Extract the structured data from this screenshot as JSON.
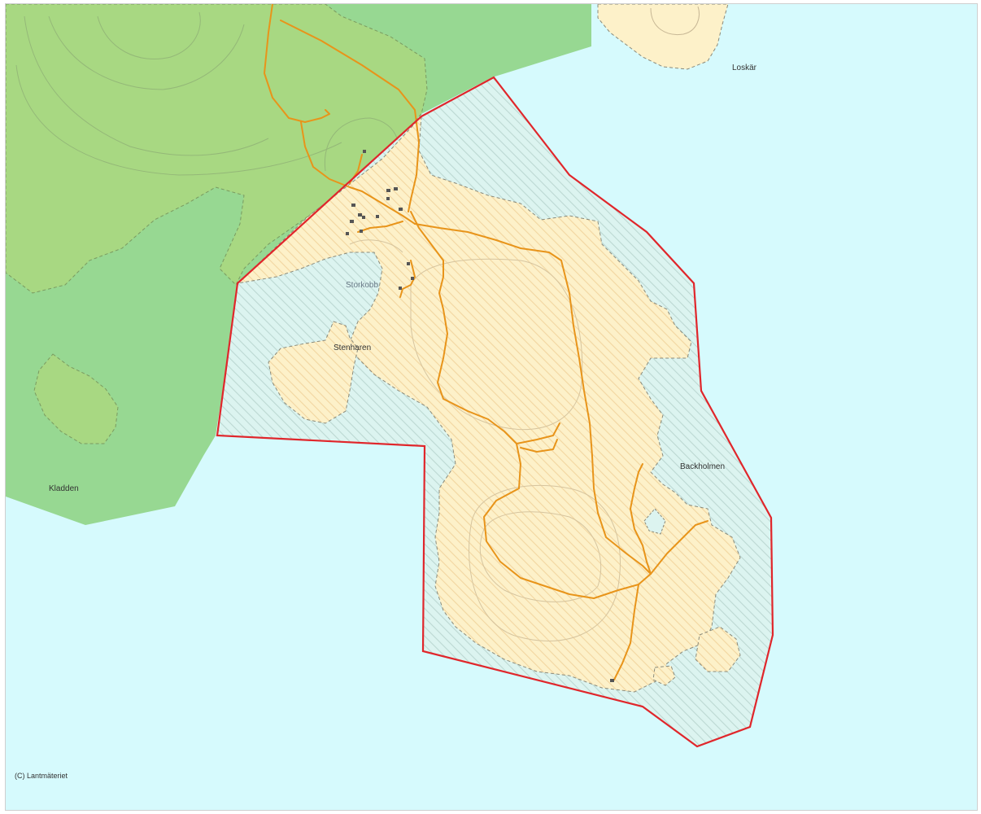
{
  "map": {
    "place_labels": {
      "loskaer": "Loskär",
      "kladden": "Kladden",
      "storkobb": "Storkobb",
      "stenharen": "Stenharen",
      "backholmen": "Backholmen"
    },
    "attribution": "(C) Lantmäteriet",
    "colors": {
      "water": "#d6fafd",
      "forest": "#97d892",
      "forest_light": "#a8d882",
      "land": "#fdf1c9",
      "land_hatch": "#f2d8a0",
      "water_hatch": "#b9d9d2",
      "boundary": "#e0262b",
      "road": "#e8941a",
      "contour": "#c8b896"
    }
  }
}
